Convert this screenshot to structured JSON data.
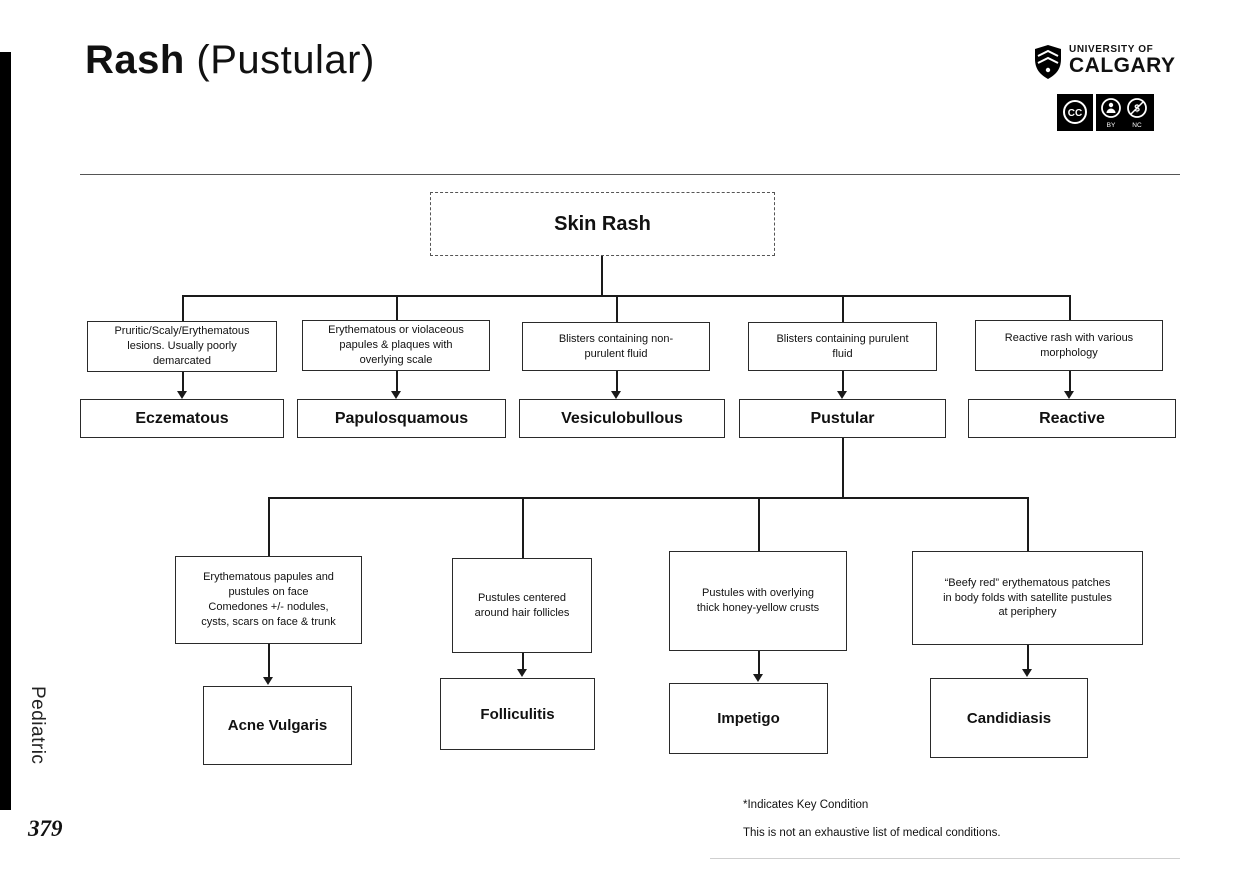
{
  "page": {
    "title_bold": "Rash",
    "title_rest": " (Pustular)",
    "side_label": "Pediatric",
    "page_number": "379"
  },
  "colors": {
    "ink": "#111111",
    "connector": "#1a1a1a",
    "edge_bar": "#000000"
  },
  "logo": {
    "crest_icon": "uofc-crest",
    "line1": "UNIVERSITY OF",
    "line2": "CALGARY"
  },
  "license": {
    "cc_label": "CC",
    "by_label": "BY",
    "nc_label": "NC"
  },
  "tree": {
    "root_label": "Skin Rash",
    "branches": [
      {
        "desc": "Pruritic/Scaly/Erythematous\nlesions. Usually poorly\ndemarcated",
        "label": "Eczematous"
      },
      {
        "desc": "Erythematous or violaceous\npapules & plaques with\noverlying scale",
        "label": "Papulosquamous"
      },
      {
        "desc": "Blisters containing non-\npurulent fluid",
        "label": "Vesiculobullous"
      },
      {
        "desc": "Blisters containing purulent\nfluid",
        "label": "Pustular"
      },
      {
        "desc": "Reactive rash with various\nmorphology",
        "label": "Reactive"
      }
    ],
    "pustular_children": [
      {
        "desc": "Erythematous papules and\npustules on face\nComedones +/- nodules,\ncysts, scars on face & trunk",
        "label": "Acne Vulgaris"
      },
      {
        "desc": "Pustules centered\naround hair follicles",
        "label": "Folliculitis"
      },
      {
        "desc": "Pustules with overlying\nthick honey-yellow crusts",
        "label": "Impetigo"
      },
      {
        "desc": "“Beefy red” erythematous patches\nin body folds with satellite pustules\nat periphery",
        "label": "Candidiasis"
      }
    ]
  },
  "footnotes": {
    "key_note": "*Indicates Key Condition",
    "disclaimer": "This is not an exhaustive list of medical conditions."
  }
}
